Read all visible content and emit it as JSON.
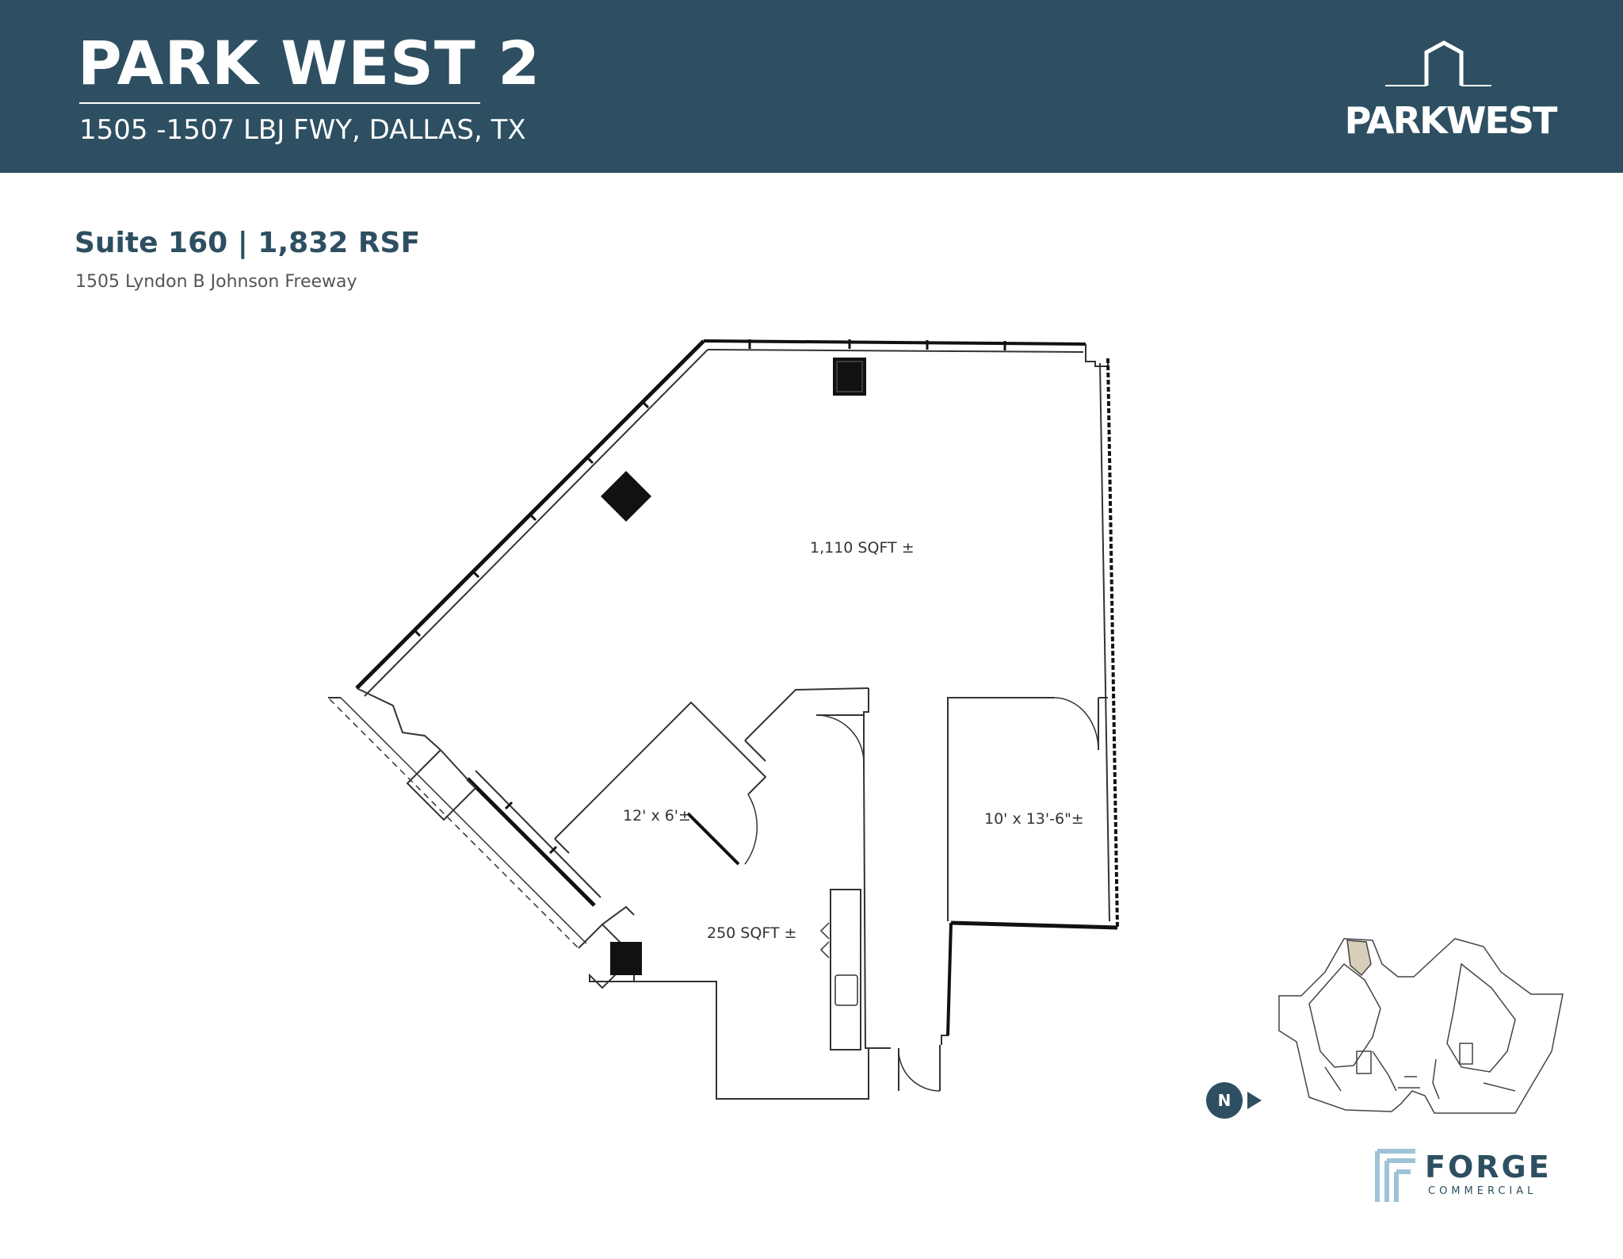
{
  "header": {
    "title": "PARK WEST 2",
    "address": "1505 -1507 LBJ FWY, DALLAS, TX",
    "logo_text": "PARKWEST"
  },
  "suite": {
    "heading": "Suite 160 | 1,832 RSF",
    "street_address": "1505 Lyndon B Johnson Freeway"
  },
  "rooms": {
    "main_area": "1,110 SQFT ±",
    "office_a": "12' x 6'±",
    "office_b": "10' x 13'-6\"±",
    "rear_area": "250 SQFT ±"
  },
  "compass": {
    "label": "N"
  },
  "broker": {
    "name": "FORGE",
    "subtitle": "COMMERCIAL"
  },
  "colors": {
    "brand_navy": "#2d4f61",
    "highlight_suite": "#d9ceb8",
    "forge_accent": "#9fc3d6"
  }
}
